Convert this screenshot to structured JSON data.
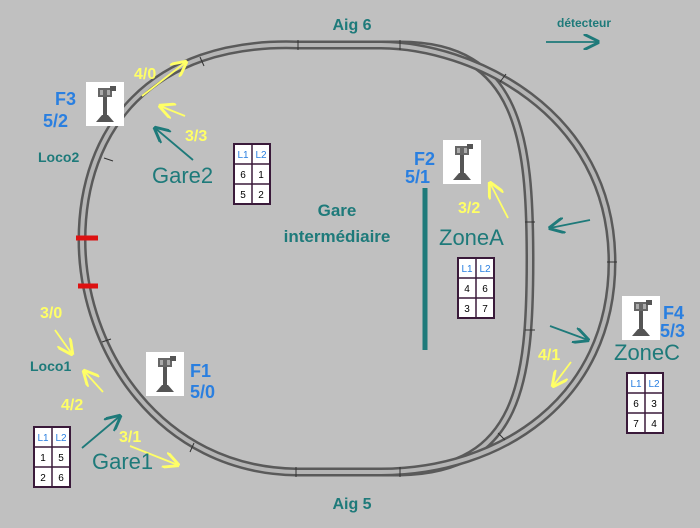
{
  "labels": {
    "aig6": "Aig 6",
    "aig5": "Aig 5",
    "detecteur": "détecteur",
    "gare_intermediaire_1": "Gare",
    "gare_intermediaire_2": "intermédiaire",
    "loco1": "Loco1",
    "loco2": "Loco2"
  },
  "signals": {
    "f1": {
      "name": "F1",
      "code": "5/0"
    },
    "f2": {
      "name": "F2",
      "code": "5/1"
    },
    "f3": {
      "name": "F3",
      "code": "5/2"
    },
    "f4": {
      "name": "F4",
      "code": "5/3"
    }
  },
  "zones": {
    "gare1": "Gare1",
    "gare2": "Gare2",
    "zonea": "ZoneA",
    "zonec": "ZoneC"
  },
  "detectors": {
    "d40": "4/0",
    "d33": "3/3",
    "d32": "3/2",
    "d30": "3/0",
    "d42": "4/2",
    "d31": "3/1",
    "d41": "4/1"
  },
  "tables": {
    "gare2": {
      "headers": [
        "L1",
        "L2"
      ],
      "rows": [
        [
          "6",
          "1"
        ],
        [
          "5",
          "2"
        ]
      ]
    },
    "zonea": {
      "headers": [
        "L1",
        "L2"
      ],
      "rows": [
        [
          "4",
          "6"
        ],
        [
          "3",
          "7"
        ]
      ]
    },
    "zonec": {
      "headers": [
        "L1",
        "L2"
      ],
      "rows": [
        [
          "6",
          "3"
        ],
        [
          "7",
          "4"
        ]
      ]
    },
    "gare1": {
      "headers": [
        "L1",
        "L2"
      ],
      "rows": [
        [
          "1",
          "5"
        ],
        [
          "2",
          "6"
        ]
      ]
    }
  },
  "colors": {
    "background": "#c0c0c0",
    "teal": "#1e7a7a",
    "blue": "#2a7fe0",
    "yellow": "#ffff66",
    "track": "#8a8a8a",
    "table_border": "#3a1a3a",
    "stop_mark": "#dd1111"
  }
}
